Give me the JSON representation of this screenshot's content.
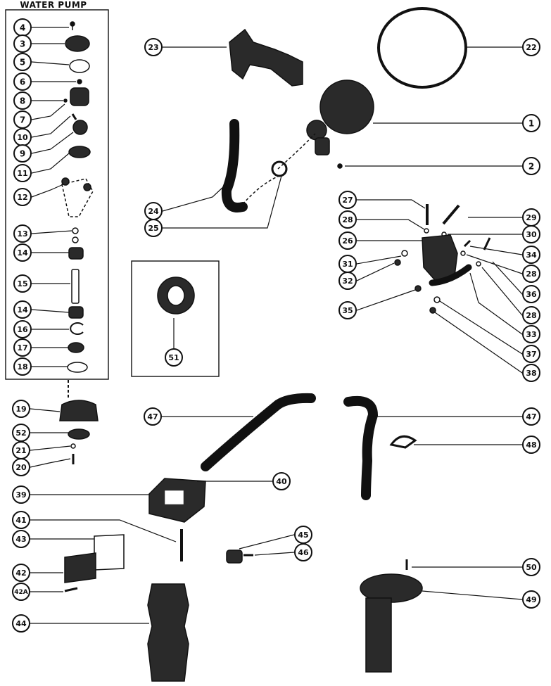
{
  "title": "WATER PUMP",
  "callouts": [
    "1",
    "2",
    "3",
    "4",
    "5",
    "6",
    "7",
    "8",
    "9",
    "10",
    "11",
    "12",
    "13",
    "14",
    "15",
    "16",
    "17",
    "18",
    "19",
    "20",
    "21",
    "22",
    "23",
    "24",
    "25",
    "26",
    "27",
    "28",
    "29",
    "30",
    "31",
    "32",
    "33",
    "34",
    "35",
    "36",
    "37",
    "38",
    "39",
    "40",
    "41",
    "42",
    "42A",
    "43",
    "44",
    "45",
    "46",
    "47",
    "48",
    "49",
    "50",
    "51",
    "52"
  ],
  "colors": {
    "ink": "#111111",
    "paper": "#ffffff",
    "shade": "#2a2a2a"
  }
}
